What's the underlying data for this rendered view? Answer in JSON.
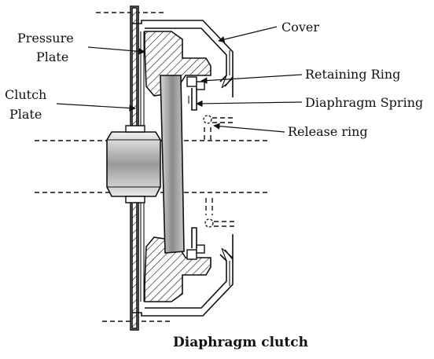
{
  "labels": {
    "pressure_plate_1": "Pressure",
    "pressure_plate_2": "Plate",
    "clutch_plate_1": "Clutch",
    "clutch_plate_2": "Plate",
    "cover": "Cover",
    "retaining_ring": "Retaining Ring",
    "diaphragm_spring": "Diaphragm Spring",
    "release_ring": "Release ring"
  },
  "caption": "Diaphragm clutch"
}
